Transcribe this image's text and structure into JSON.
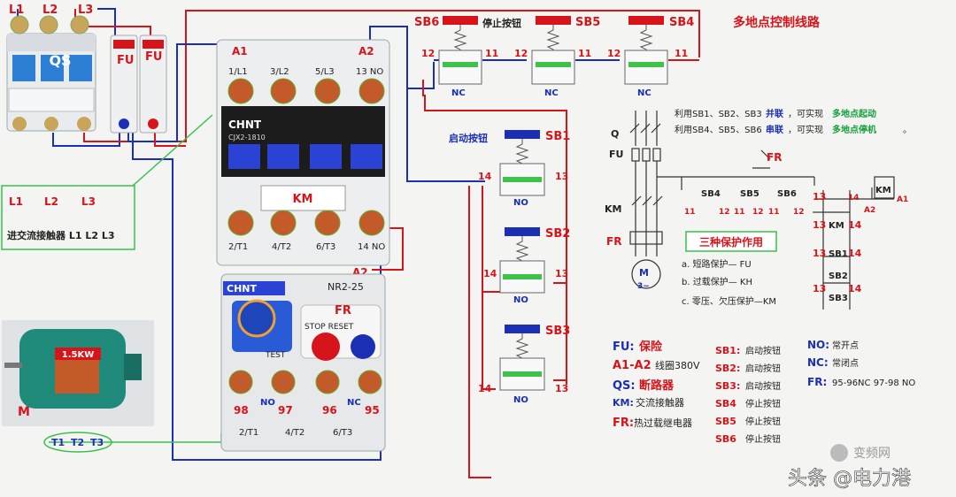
{
  "title": "多地点控制线路",
  "supply_labels": [
    "L1",
    "L2",
    "L3"
  ],
  "breaker": {
    "label": "QS"
  },
  "fuse": {
    "label": "FU"
  },
  "contactor": {
    "brand": "CHNT",
    "model": "CJX2-1810",
    "label": "KM",
    "top_terms": [
      "1/L1",
      "3/L2",
      "5/L3",
      "13 NO"
    ],
    "bottom_terms": [
      "2/T1",
      "4/T2",
      "6/T3",
      "14 NO"
    ],
    "coil_a1": "A1",
    "coil_a2": "A2"
  },
  "overload": {
    "brand": "CHNT",
    "model": "NR2-25",
    "label": "FR",
    "stop_reset": "STOP RESET",
    "test": "TEST",
    "terms": [
      "98",
      "97",
      "96",
      "95"
    ],
    "no": "NO",
    "nc": "NC",
    "out_terms": [
      "2/T1",
      "4/T2",
      "6/T3"
    ]
  },
  "motor": {
    "power": "1.5KW",
    "label": "M",
    "terms": [
      "T1",
      "T2",
      "T3"
    ]
  },
  "note_input": "进交流接触器 L1 L2 L3",
  "stop_buttons": [
    {
      "name": "SB6",
      "caption": "停止按钮",
      "left": "12",
      "right": "11",
      "state": "NC"
    },
    {
      "name": "SB5",
      "left": "12",
      "right": "11",
      "state": "NC"
    },
    {
      "name": "SB4",
      "left": "12",
      "right": "11",
      "state": "NC"
    }
  ],
  "start_caption": "启动按钮",
  "start_buttons": [
    {
      "name": "SB1",
      "left": "14",
      "right": "13",
      "state": "NO"
    },
    {
      "name": "SB2",
      "left": "14",
      "right": "13",
      "state": "NO"
    },
    {
      "name": "SB3",
      "left": "14",
      "right": "13",
      "state": "NO"
    }
  ],
  "schematic": {
    "line1_a": "利用SB1、SB2、SB3",
    "line1_b": "并联",
    "line1_c": "，可实现",
    "line1_d": "多地点起动",
    "line2_a": "利用SB4、SB5、SB6",
    "line2_b": "串联",
    "line2_c": "，可实现",
    "line2_d": "多地点停机",
    "line2_e": "。",
    "q": "Q",
    "fu": "FU",
    "km": "KM",
    "fr": "FR",
    "fr_top": "FR",
    "motor_m": "M",
    "motor_3": "3~",
    "sb4": "SB4",
    "sb5": "SB5",
    "sb6": "SB6",
    "km_coil": "KM",
    "a1": "A1",
    "a2": "A2",
    "nums_row": [
      "11",
      "12",
      "11",
      "12",
      "11",
      "12"
    ],
    "sb_list": [
      "SB1",
      "SB2",
      "SB3"
    ],
    "t13": "13",
    "t14": "14"
  },
  "protection": {
    "title": "三种保护作用",
    "items": [
      "a. 短路保护— FU",
      "b. 过载保护— KH",
      "c. 零压、欠压保护—KM"
    ]
  },
  "legend": {
    "col1": [
      {
        "k": "FU:",
        "v": "保险"
      },
      {
        "k": "A1-A2",
        "v": "线圈380V"
      },
      {
        "k": "QS:",
        "v": "断路器"
      },
      {
        "k": "KM:",
        "v": "交流接触器"
      },
      {
        "k": "FR:",
        "v": "热过载继电器"
      }
    ],
    "col2": [
      {
        "k": "SB1:",
        "v": "启动按钮"
      },
      {
        "k": "SB2:",
        "v": "启动按钮"
      },
      {
        "k": "SB3:",
        "v": "启动按钮"
      },
      {
        "k": "SB4",
        "v": "停止按钮"
      },
      {
        "k": "SB5",
        "v": "停止按钮"
      },
      {
        "k": "SB6",
        "v": "停止按钮"
      }
    ],
    "col3": [
      {
        "k": "NO:",
        "v": "常开点"
      },
      {
        "k": "NC:",
        "v": "常闭点"
      },
      {
        "k": "FR:",
        "v": "95-96NC  97-98 NO"
      }
    ]
  },
  "watermark": "变频网",
  "credit": "头条 @电力港"
}
